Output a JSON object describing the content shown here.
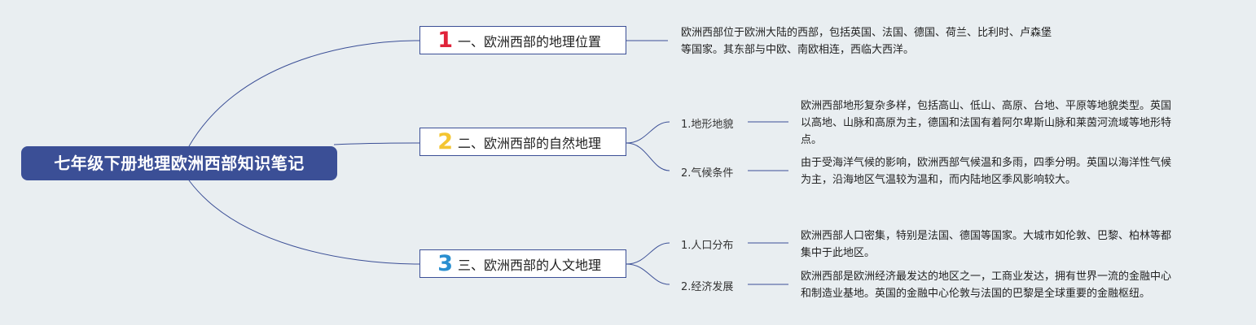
{
  "root": {
    "title": "七年级下册地理欧洲西部知识笔记"
  },
  "colors": {
    "root_bg": "#3b4f96",
    "line": "#3b4f96",
    "num1": "#e0233a",
    "num2": "#f4c531",
    "num3": "#2a8fd0"
  },
  "topics": [
    {
      "num": "1",
      "label": "一、欧洲西部的地理位置",
      "desc": [
        "欧洲西部位于欧洲大陆的西部，包括英国、法国、德国、荷兰、比利时、卢森堡",
        "等国家。其东部与中欧、南欧相连，西临大西洋。"
      ]
    },
    {
      "num": "2",
      "label": "二、欧洲西部的自然地理",
      "subs": [
        {
          "label": "1.地形地貌",
          "desc": [
            "欧洲西部地形复杂多样，包括高山、低山、高原、台地、平原等地貌类型。英国",
            "以高地、山脉和高原为主，德国和法国有着阿尔卑斯山脉和莱茵河流域等地形特",
            "点。"
          ]
        },
        {
          "label": "2.气候条件",
          "desc": [
            "由于受海洋气候的影响，欧洲西部气候温和多雨，四季分明。英国以海洋性气候",
            "为主，沿海地区气温较为温和，而内陆地区季风影响较大。"
          ]
        }
      ]
    },
    {
      "num": "3",
      "label": "三、欧洲西部的人文地理",
      "subs": [
        {
          "label": "1.人口分布",
          "desc": [
            "欧洲西部人口密集，特别是法国、德国等国家。大城市如伦敦、巴黎、柏林等都",
            "集中于此地区。"
          ]
        },
        {
          "label": "2.经济发展",
          "desc": [
            "欧洲西部是欧洲经济最发达的地区之一，工商业发达，拥有世界一流的金融中心",
            "和制造业基地。英国的金融中心伦敦与法国的巴黎是全球重要的金融枢纽。"
          ]
        }
      ]
    }
  ]
}
